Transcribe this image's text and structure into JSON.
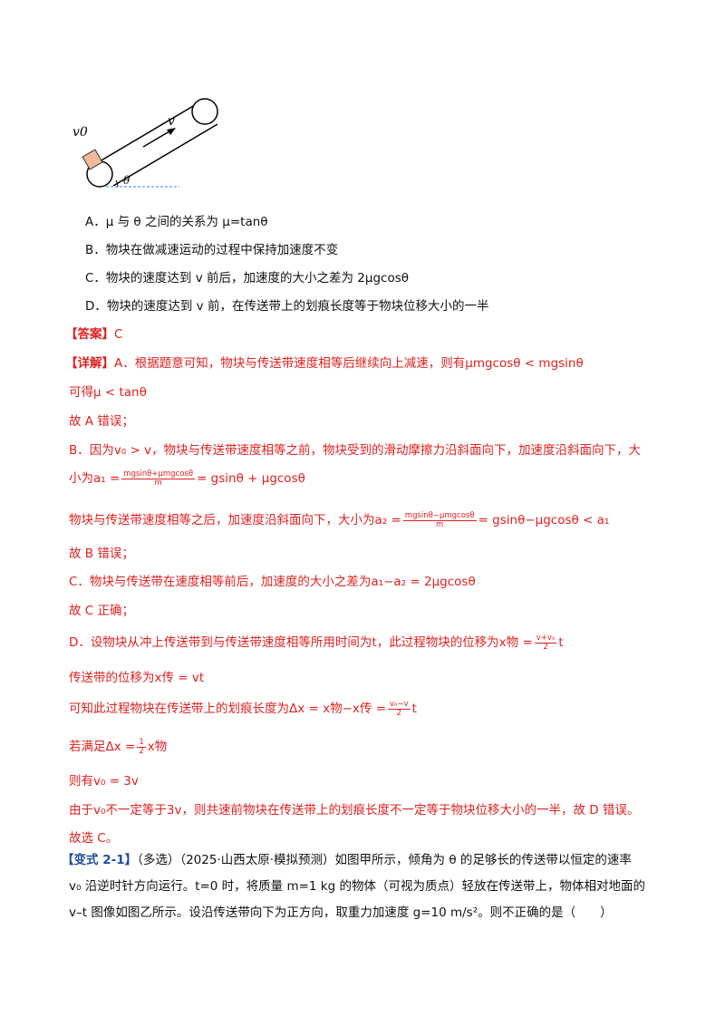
{
  "figure": {
    "label_v0": "v0",
    "label_v": "v",
    "label_theta": "θ"
  },
  "options": {
    "a": "A．μ 与 θ 之间的关系为 μ=tanθ",
    "b": "B．物块在做减速运动的过程中保持加速度不变",
    "c": "C．物块的速度达到 v 前后，加速度的大小之差为 2μgcosθ",
    "d": "D．物块的速度达到 v 前，在传送带上的划痕长度等于物块位移大小的一半"
  },
  "answer": {
    "head": "【答案】",
    "value": "C"
  },
  "detail": {
    "head": "【详解】",
    "l1": "A．根据题意可知，物块与传送带速度相等后继续向上减速，则有μmgcosθ < mgsinθ",
    "l2": "可得μ < tanθ",
    "l3": "故 A 错误；",
    "l4": "B．因为v₀ > v，物块与传送带速度相等之前，物块受到的滑动摩擦力沿斜面向下，加速度沿斜面向下，大",
    "l5_pre": "小为a₁ =",
    "l5_num": "mgsinθ+μmgcosθ",
    "l5_den": "m",
    "l5_post": "= gsinθ + μgcosθ",
    "l6_pre": "物块与传送带速度相等之后，加速度沿斜面向下，大小为a₂ =",
    "l6_num": "mgsinθ−μmgcosθ",
    "l6_den": "m",
    "l6_post": "= gsinθ−μgcosθ < a₁",
    "l7": "故 B 错误；",
    "l8": "C．物块与传送带在速度相等前后，加速度的大小之差为a₁−a₂ = 2μgcosθ",
    "l9": "故 C 正确；",
    "l10_pre": "D．设物块从冲上传送带到与传送带速度相等所用时间为t，此过程物块的位移为x物 =",
    "l10_num": "v+v₀",
    "l10_den": "2",
    "l10_post": "t",
    "l11": "传送带的位移为x传 = vt",
    "l12_pre": "可知此过程物块在传送带上的划痕长度为Δx = x物−x传 =",
    "l12_num": "v₀−v",
    "l12_den": "2",
    "l12_post": "t",
    "l13_pre": "若满足Δx =",
    "l13_num": "1",
    "l13_den": "2",
    "l13_post": "x物",
    "l14": "则有v₀ = 3v",
    "l15": "由于v₀不一定等于3v，则共速前物块在传送带上的划痕长度不一定等于物块位移大小的一半，故 D 错误。",
    "l16": "故选 C。"
  },
  "variant": {
    "head": "【变式 2-1】",
    "l1": "（多选）（2025·山西太原·模拟预测）如图甲所示，倾角为 θ 的足够长的传送带以恒定的速率",
    "l2": "v₀ 沿逆时针方向运行。t=0 时，将质量 m=1 kg 的物体（可视为质点）轻放在传送带上，物体相对地面的",
    "l3": "v–t 图像如图乙所示。设沿传送带向下为正方向，取重力加速度 g=10 m/s²。则不正确的是（　　）"
  }
}
